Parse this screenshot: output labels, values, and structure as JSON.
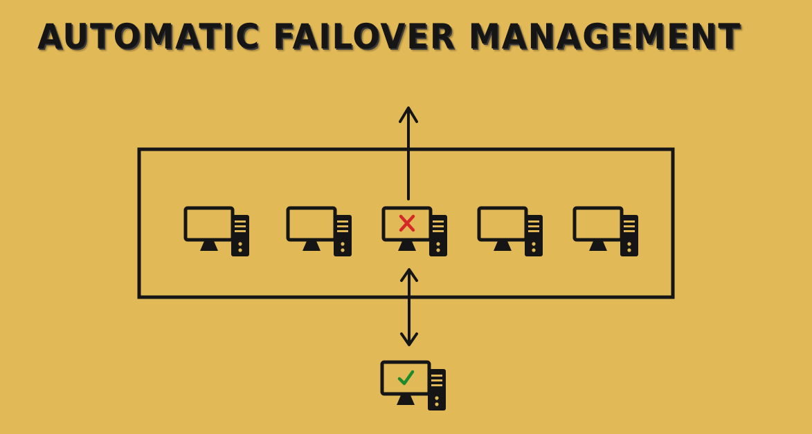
{
  "title": "AUTOMATIC FAILOVER MANAGEMENT",
  "colors": {
    "background": "#e2b957",
    "ink": "#151515",
    "failure_mark": "#d62828",
    "success_mark": "#1e8a2e"
  },
  "cluster": {
    "nodes": [
      {
        "icon": "computer-icon",
        "status": "normal"
      },
      {
        "icon": "computer-icon",
        "status": "normal"
      },
      {
        "icon": "computer-icon",
        "status": "failed",
        "status_icon": "red-cross-icon"
      },
      {
        "icon": "computer-icon",
        "status": "normal"
      },
      {
        "icon": "computer-icon",
        "status": "normal"
      }
    ]
  },
  "standby": {
    "icon": "computer-icon",
    "status": "healthy",
    "status_icon": "green-checkmark-icon"
  },
  "arrows": [
    {
      "name": "failed-node-out-arrow",
      "direction": "up"
    },
    {
      "name": "standby-swap-arrow",
      "direction": "bidirectional"
    }
  ]
}
